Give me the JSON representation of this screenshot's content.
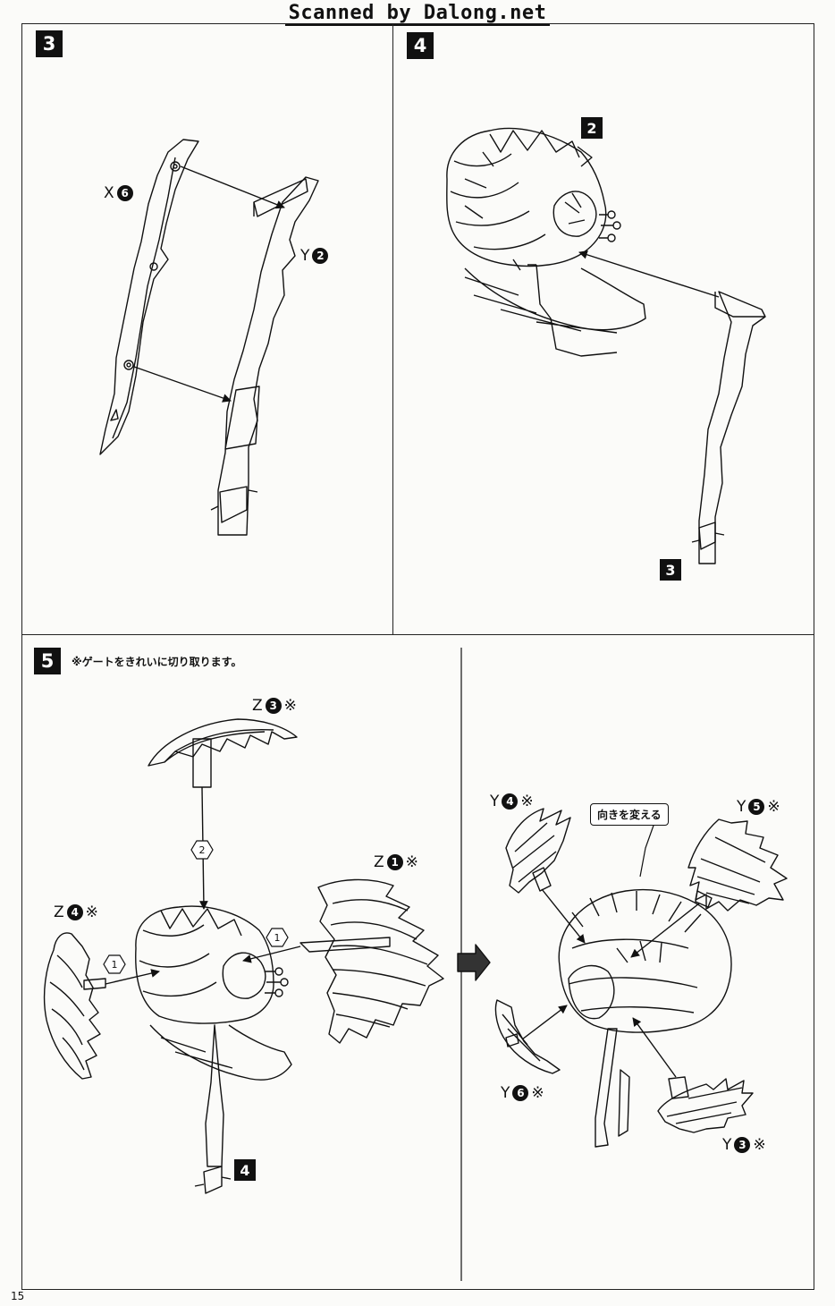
{
  "watermark": "Scanned by Dalong.net",
  "page_number": "15",
  "steps": {
    "s3": {
      "number": "3",
      "parts": [
        {
          "letter": "X",
          "num": "6"
        },
        {
          "letter": "Y",
          "num": "2"
        }
      ]
    },
    "s4": {
      "number": "4",
      "refs": [
        "2",
        "3"
      ]
    },
    "s5": {
      "number": "5",
      "note": "※ゲートをきれいに切り取ります。",
      "ref": "4",
      "parts": [
        {
          "letter": "Z",
          "num": "3",
          "mark": "※"
        },
        {
          "letter": "Z",
          "num": "1",
          "mark": "※"
        },
        {
          "letter": "Z",
          "num": "4",
          "mark": "※"
        }
      ],
      "sequence": [
        "1",
        "2",
        "1"
      ],
      "result_parts": [
        {
          "letter": "Y",
          "num": "4",
          "mark": "※"
        },
        {
          "letter": "Y",
          "num": "5",
          "mark": "※"
        },
        {
          "letter": "Y",
          "num": "6",
          "mark": "※"
        },
        {
          "letter": "Y",
          "num": "3",
          "mark": "※"
        }
      ],
      "callout": "向きを変える"
    }
  }
}
